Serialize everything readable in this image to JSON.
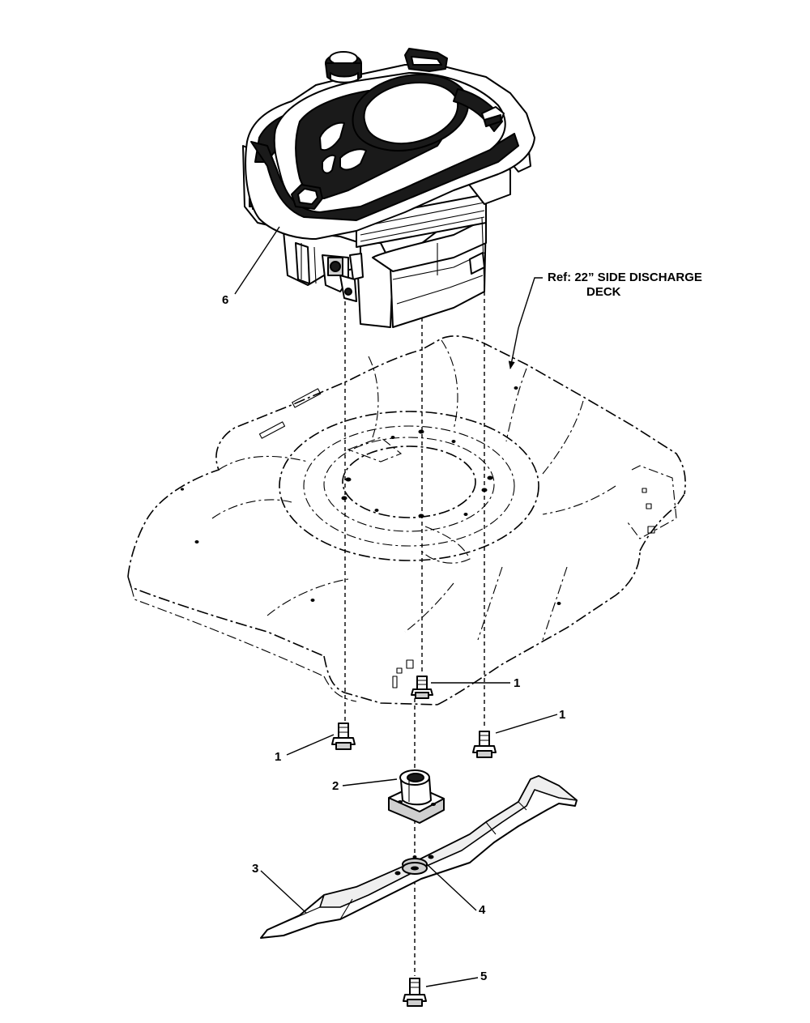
{
  "reference": {
    "line1": "Ref: 22” SIDE DISCHARGE",
    "line2": "DECK"
  },
  "callouts": [
    {
      "id": "callout-6",
      "text": "6"
    },
    {
      "id": "callout-1-center",
      "text": "1"
    },
    {
      "id": "callout-1-right",
      "text": "1"
    },
    {
      "id": "callout-1-left",
      "text": "1"
    },
    {
      "id": "callout-2",
      "text": "2"
    },
    {
      "id": "callout-3",
      "text": "3"
    },
    {
      "id": "callout-4",
      "text": "4"
    },
    {
      "id": "callout-5",
      "text": "5"
    }
  ],
  "colors": {
    "ink": "#000000",
    "background": "#ffffff"
  }
}
